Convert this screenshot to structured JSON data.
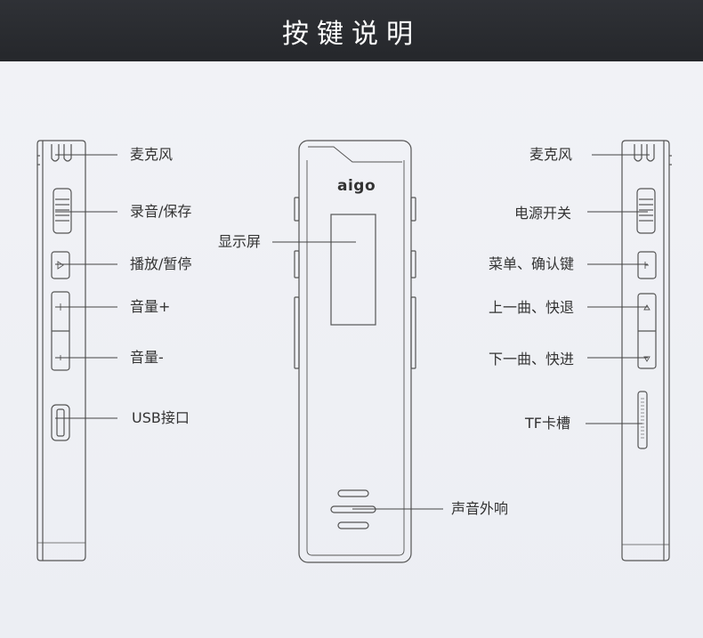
{
  "header": {
    "title": "按键说明"
  },
  "device": {
    "logo": "aigo"
  },
  "left_side": {
    "labels": [
      "麦克风",
      "录音/保存",
      "播放/暂停",
      "音量+",
      "音量-",
      "USB接口"
    ]
  },
  "front": {
    "labels": [
      "显示屏",
      "声音外响"
    ]
  },
  "right_side": {
    "labels": [
      "麦克风",
      "电源开关",
      "菜单、确认键",
      "上一曲、快退",
      "下一曲、快进",
      "TF卡槽"
    ]
  },
  "colors": {
    "header_bg": "#2b2d31",
    "background": "#eef0f5",
    "outline": "#555555"
  }
}
